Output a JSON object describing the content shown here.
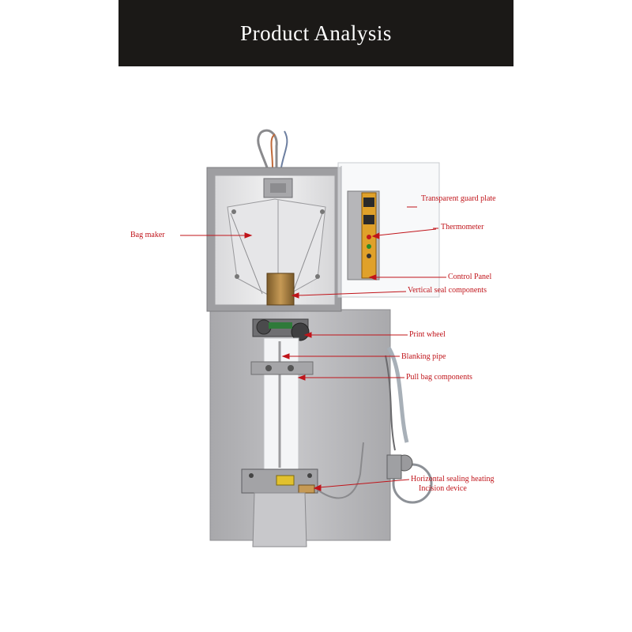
{
  "banner": {
    "title": "Product Analysis"
  },
  "colors": {
    "label": "#c0141a",
    "banner_bg": "#1b1917",
    "steel": "#b6b6b9"
  },
  "labels": {
    "transparent_guard_plate": "Transparent guard plate",
    "thermometer": "Thermometer",
    "bag_maker": "Bag maker",
    "control_panel": "Control Panel",
    "vertical_seal": "Vertical seal components",
    "print_wheel": "Print wheel",
    "blanking_pipe": "Blanking pipe",
    "pull_bag": "Pull bag components",
    "horizontal_sealing": "Horizontal sealing heating",
    "incision_device": "Incision device"
  }
}
